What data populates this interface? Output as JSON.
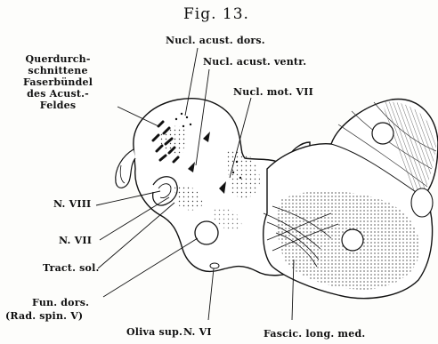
{
  "figure": {
    "title": "Fig. 13.",
    "labels": {
      "nucl_acust_dors": "Nucl. acust. dors.",
      "nucl_acust_ventr": "Nucl. acust. ventr.",
      "nucl_mot_vii": "Nucl. mot. VII",
      "querdurch": [
        "Querdurch-",
        "schnittene",
        "Faserbündel",
        "des Acust.-",
        "Feldes"
      ],
      "n_viii": "N. VIII",
      "n_vii": "N. VII",
      "tract_sol": "Tract. sol.",
      "fun_dors": "Fun. dors.",
      "rad_spin_v": "(Rad. spin. V)",
      "oliva_sup": "Oliva sup.",
      "n_vi": "N. VI",
      "fascic_long_med": "Fascic. long. med."
    }
  }
}
